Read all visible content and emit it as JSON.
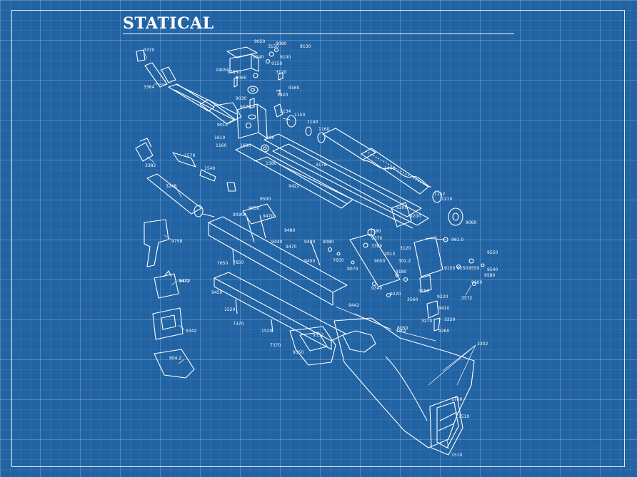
{
  "title": "STATICAL",
  "colors": {
    "background": "#2163a3",
    "lines": "#ffffff"
  },
  "part_labels": [
    "3370",
    "3364",
    "3382",
    "3248",
    "1570",
    "1540",
    "9758",
    "9472",
    "9342",
    "904.2",
    "9050",
    "3150",
    "9080",
    "9130",
    "9040",
    "9100",
    "19050",
    "9150",
    "17650",
    "3120",
    "9060",
    "9160",
    "9030",
    "3420",
    "9070",
    "9012",
    "1134",
    "1150",
    "1140",
    "1160",
    "1610",
    "1160",
    "180",
    "1600",
    "1580",
    "9178",
    "1440",
    "1152",
    "1210",
    "9060",
    "9422",
    "9500",
    "9050",
    "9470",
    "9480",
    "9090A",
    "9440",
    "9480",
    "9470",
    "9080",
    "9370",
    "3360",
    "3380",
    "961.0",
    "9200",
    "9200",
    "7650",
    "7650",
    "9400",
    "9450",
    "3013",
    "3120",
    "302.2",
    "9150",
    "9150",
    "9050",
    "9070",
    "7650",
    "9340",
    "9180",
    "9220",
    "3560",
    "3150",
    "9472",
    "9410",
    "9442",
    "9550",
    "9550",
    "9540",
    "9580",
    "9600",
    "3572",
    "9220",
    "3270",
    "3220",
    "9260",
    "1520",
    "7370",
    "7370",
    "1520",
    "9332",
    "9350",
    "3302",
    "1750",
    "1510",
    "1510",
    "3302",
    "8050"
  ]
}
